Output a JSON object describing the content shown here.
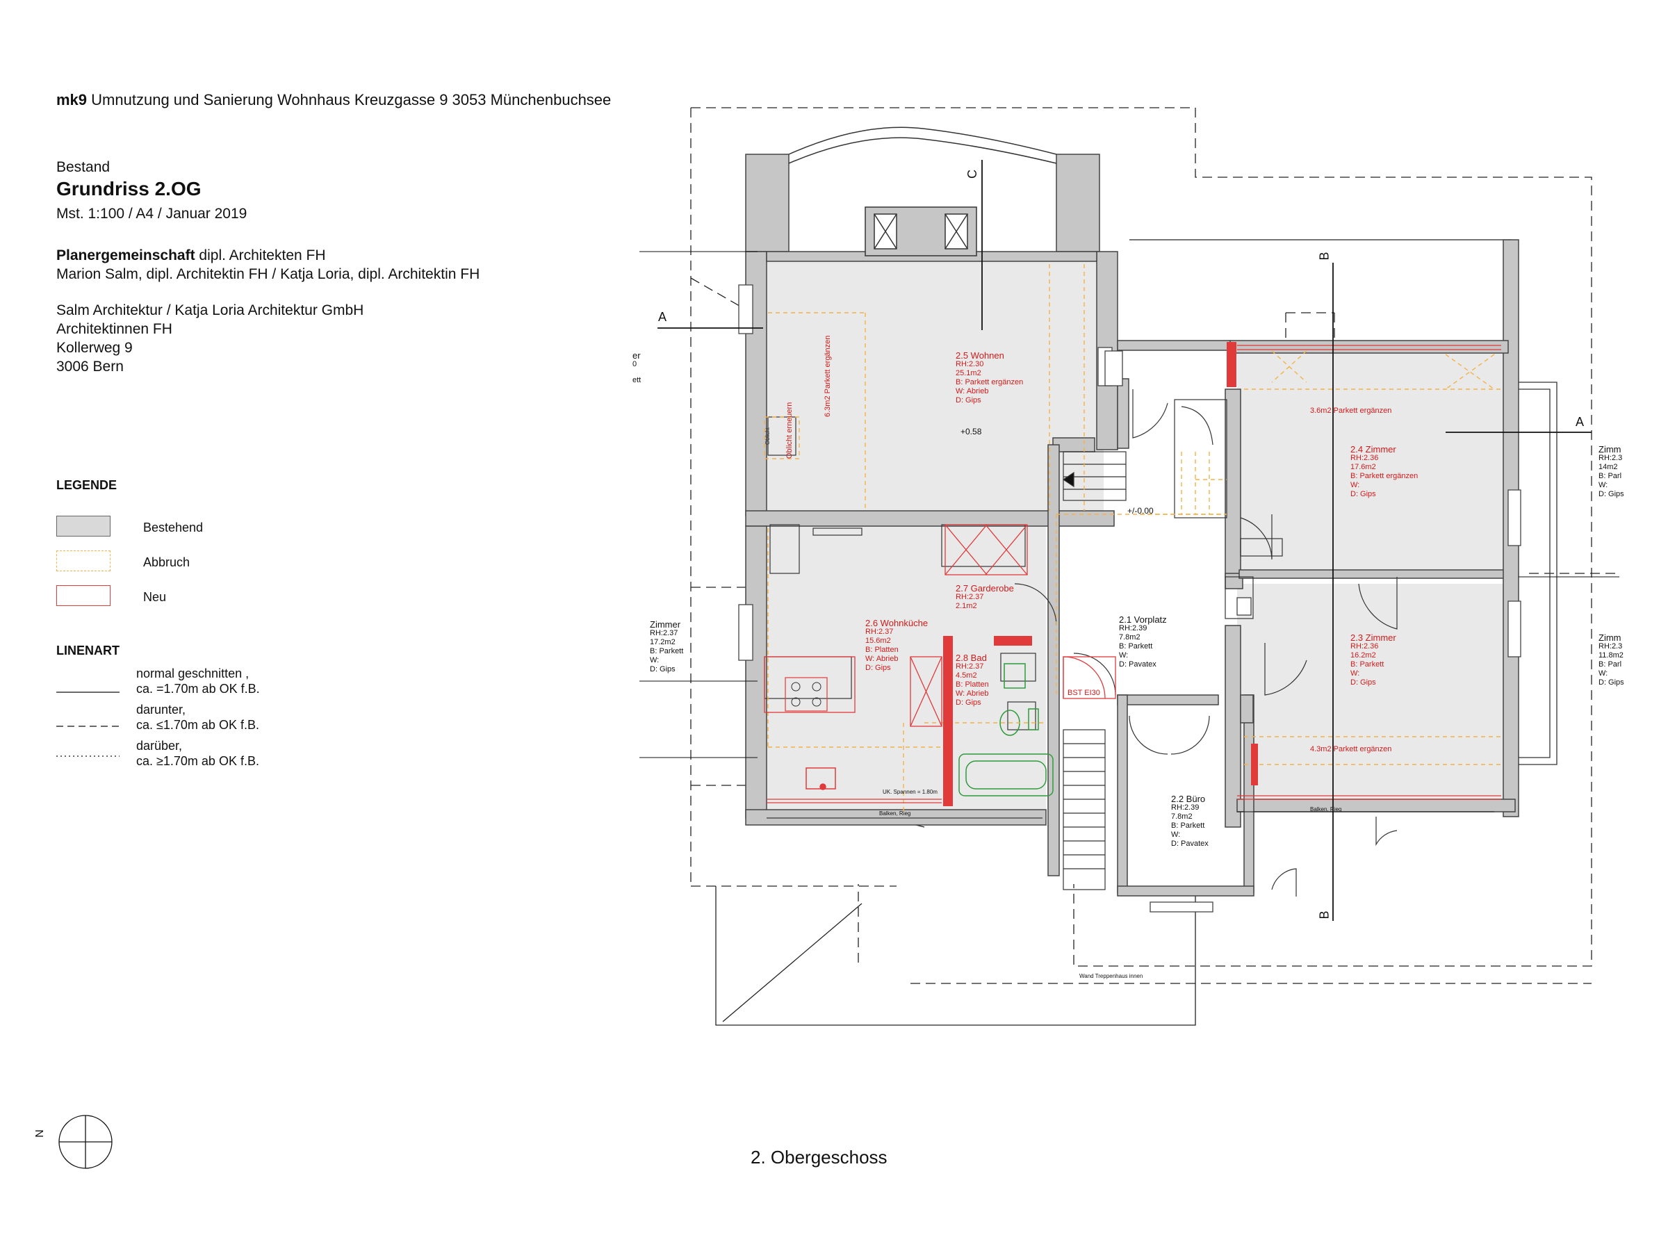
{
  "header": {
    "project_code": "mk9",
    "project_title": "Umnutzung und Sanierung Wohnhaus Kreuzgasse 9 3053 Münchenbuchsee",
    "status": "Bestand",
    "title": "Grundriss 2.OG",
    "scale_info": "Mst. 1:100 / A4 / Januar 2019"
  },
  "office": {
    "group_bold": "Planergemeinschaft",
    "group_rest": "dipl. Architekten FH",
    "people": "Marion Salm, dipl. Architektin FH / Katja Loria, dipl. Architektin FH",
    "company": "Salm Architektur / Katja Loria Architektur GmbH",
    "company2": "Architektinnen FH",
    "street": "Kollerweg 9",
    "city": "3006 Bern"
  },
  "legend": {
    "title": "LEGENDE",
    "items": [
      {
        "label": "Bestehend",
        "color": "#d9d9d9"
      },
      {
        "label": "Abbruch",
        "color": "#f3b24a"
      },
      {
        "label": "Neu",
        "color": "#e03a3a"
      }
    ]
  },
  "linetype": {
    "title": "LINENART",
    "items": [
      {
        "line1": "normal geschnitten ,",
        "line2": "ca. =1.70m ab OK f.B."
      },
      {
        "line1": "darunter,",
        "line2": "ca. ≤1.70m ab OK f.B."
      },
      {
        "line1": "darüber,",
        "line2": "ca. ≥1.70m ab OK f.B."
      }
    ]
  },
  "rooms": [
    {
      "name": "2.5 Wohnen",
      "rh": "RH:2.30",
      "area": "25.1m2",
      "b": "B: Parkett ergänzen",
      "w": "W: Abrieb",
      "d": "D: Gips"
    },
    {
      "name": "2.4 Zimmer",
      "rh": "RH:2.36",
      "area": "17.6m2",
      "b": "B: Parkett ergänzen",
      "w": "W:",
      "d": "D: Gips"
    },
    {
      "name": "2.3 Zimmer",
      "rh": "RH:2.36",
      "area": "16.2m2",
      "b": "B: Parkett",
      "w": "W:",
      "d": "D: Gips"
    },
    {
      "name": "2.6 Wohnküche",
      "rh": "RH:2.37",
      "area": "15.6m2",
      "b": "B: Platten",
      "w": "W: Abrieb",
      "d": "D: Gips"
    },
    {
      "name": "2.7 Garderobe",
      "rh": "RH:2.37",
      "area": "2.1m2"
    },
    {
      "name": "2.8 Bad",
      "rh": "RH:2.37",
      "area": "4.5m2",
      "b": "B: Platten",
      "w": "W: Abrieb",
      "d": "D: Gips"
    },
    {
      "name": "2.1 Vorplatz",
      "rh": "RH:2.39",
      "area": "7.8m2",
      "b": "B: Parkett",
      "w": "W:",
      "d": "D: Pavatex"
    },
    {
      "name": "2.2 Büro",
      "rh": "RH:2.39",
      "area": "7.8m2",
      "b": "B: Parkett",
      "w": "W:",
      "d": "D: Pavatex"
    }
  ],
  "neighbors": {
    "left": {
      "name": "Zimmer",
      "rh": "RH:2.37",
      "area": "17.2m2",
      "b": "B: Parkett",
      "w": "W:",
      "d": "D: Gips"
    },
    "right_top": {
      "name": "Zimm",
      "rh": "RH:2.3",
      "area": "14m2",
      "b": "B: Parl",
      "w": "W:",
      "d": "D: Gips"
    },
    "right_bottom": {
      "name": "Zimm",
      "rh": "RH:2.3",
      "area": "11.8m2",
      "b": "B: Parl",
      "w": "W:",
      "d": "D: Gips"
    },
    "left_cut": {
      "l1": "er",
      "l2": "0",
      "l3": "ett"
    }
  },
  "annotations": {
    "parkett_wohnen": "6.3m2 Parkett ergänzen",
    "oblicht": "Oblicht erneuern",
    "oblicht_box": "Oblicht",
    "parkett_24": "3.6m2 Parkett ergänzen",
    "parkett_23": "4.3m2 Parkett ergänzen",
    "level_058": "+0.58",
    "level_000": "+/-0.00",
    "bst": "BST EI30",
    "uk_spannen": "UK. Spannen = 1.80m",
    "balken": "Balken, Rieg",
    "wand": "Wand Treppenhaus innen",
    "cut_a": "A",
    "cut_b": "B",
    "cut_c": "C"
  },
  "north": "N",
  "floor_caption": "2. Obergeschoss"
}
